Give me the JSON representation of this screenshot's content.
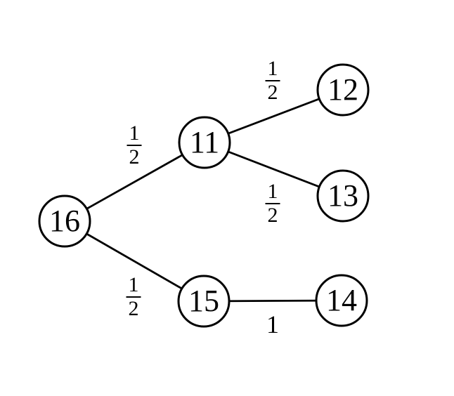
{
  "diagram": {
    "type": "weighted-tree",
    "colors": {
      "background": "#ffffff",
      "stroke": "#000000",
      "node_fill": "#ffffff",
      "text": "#000000"
    },
    "nodes": [
      {
        "id": "16",
        "label": "16"
      },
      {
        "id": "11",
        "label": "11"
      },
      {
        "id": "12",
        "label": "12"
      },
      {
        "id": "13",
        "label": "13"
      },
      {
        "id": "15",
        "label": "15"
      },
      {
        "id": "14",
        "label": "14"
      }
    ],
    "edges": [
      {
        "from": "16",
        "to": "11",
        "weight": "1/2",
        "num": "1",
        "den": "2"
      },
      {
        "from": "11",
        "to": "12",
        "weight": "1/2",
        "num": "1",
        "den": "2"
      },
      {
        "from": "11",
        "to": "13",
        "weight": "1/2",
        "num": "1",
        "den": "2"
      },
      {
        "from": "16",
        "to": "15",
        "weight": "1/2",
        "num": "1",
        "den": "2"
      },
      {
        "from": "15",
        "to": "14",
        "weight": "1",
        "label": "1"
      }
    ]
  }
}
